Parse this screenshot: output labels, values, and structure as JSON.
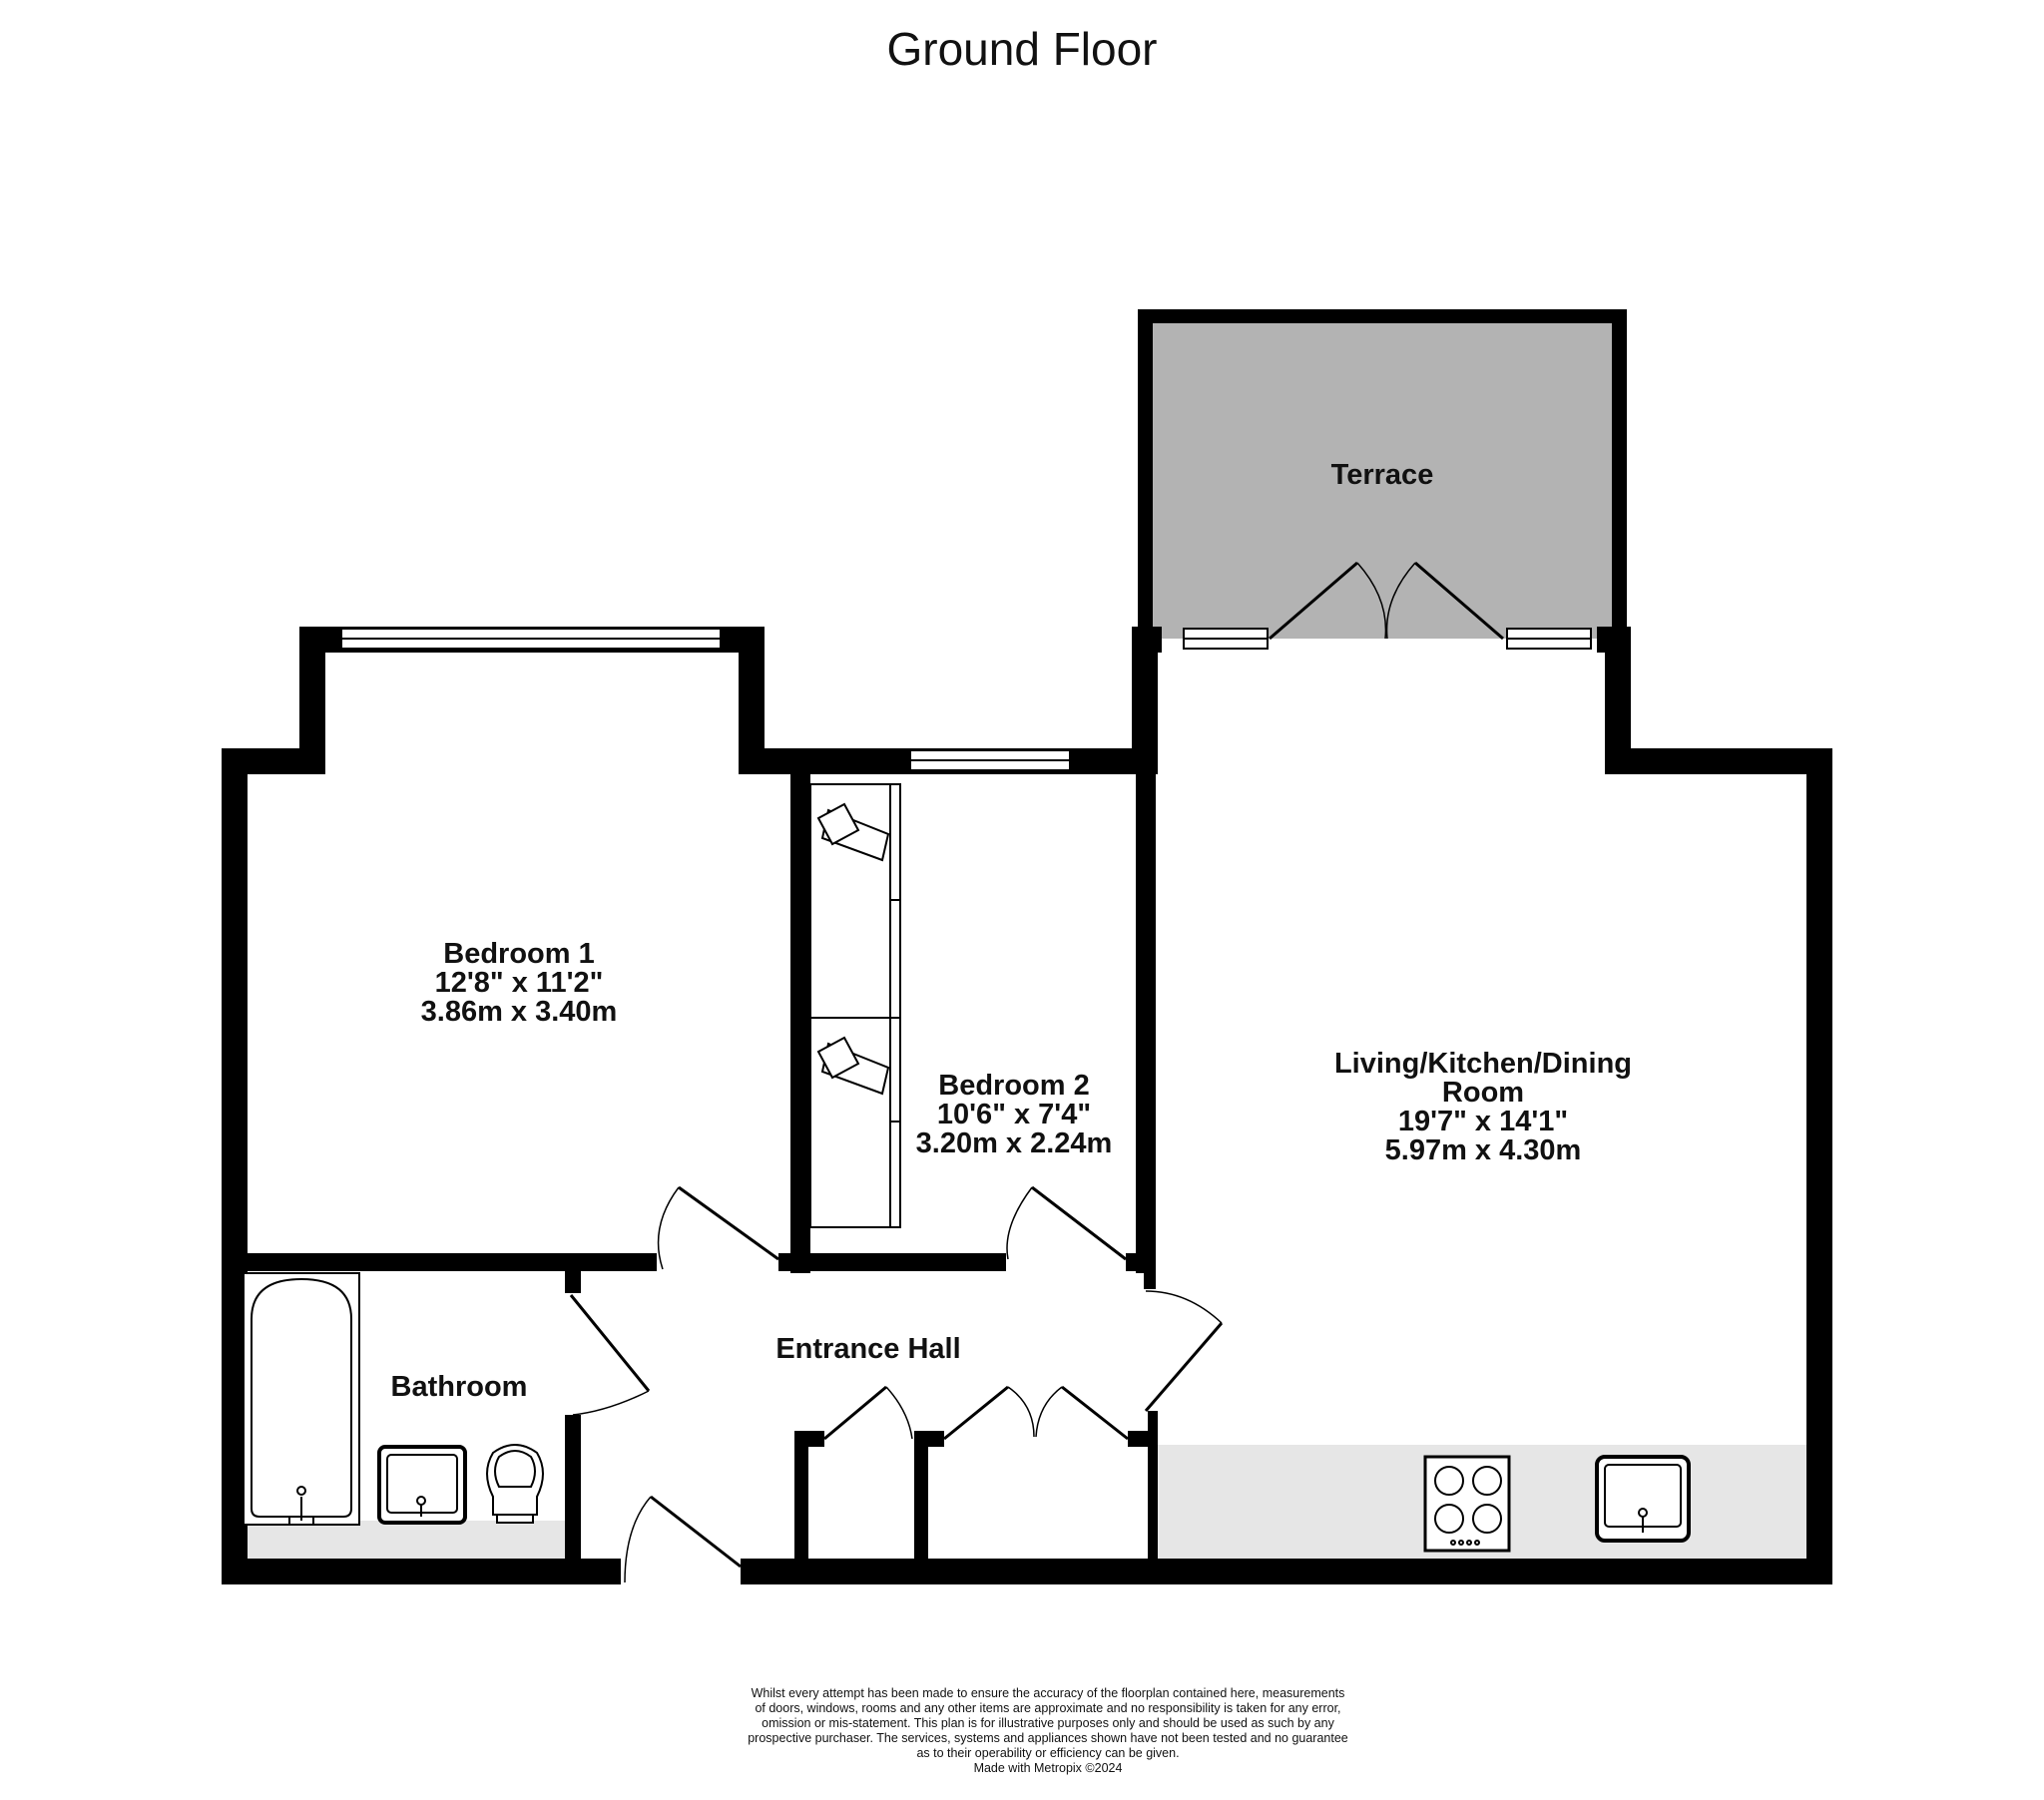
{
  "title": "Ground Floor",
  "rooms": {
    "terrace": {
      "name": "Terrace"
    },
    "bedroom1": {
      "name": "Bedroom 1",
      "imperial": "12'8\"  x 11'2\"",
      "metric": "3.86m  x 3.40m"
    },
    "bedroom2": {
      "name": "Bedroom 2",
      "imperial": "10'6\"  x 7'4\"",
      "metric": "3.20m  x 2.24m"
    },
    "living": {
      "name_line1": "Living/Kitchen/Dining",
      "name_line2": "Room",
      "imperial": "19'7\"  x 14'1\"",
      "metric": "5.97m  x 4.30m"
    },
    "entrance_hall": {
      "name": "Entrance Hall"
    },
    "bathroom": {
      "name": "Bathroom"
    }
  },
  "disclaimer": [
    "Whilst every attempt has been made to ensure the accuracy of the floorplan contained here, measurements",
    "of doors, windows, rooms and any other items are approximate and no responsibility is taken for any error,",
    "omission or mis-statement. This plan is for illustrative purposes only and should be used as such by any",
    "prospective purchaser. The services, systems and appliances shown have not been tested and no guarantee",
    "as to their operability or efficiency can be given.",
    "Made with Metropix ©2024"
  ],
  "colors": {
    "wall": "#000000",
    "terrace_fill": "#b3b3b3",
    "counter_fill": "#e6e6e6",
    "floor": "#ffffff"
  }
}
